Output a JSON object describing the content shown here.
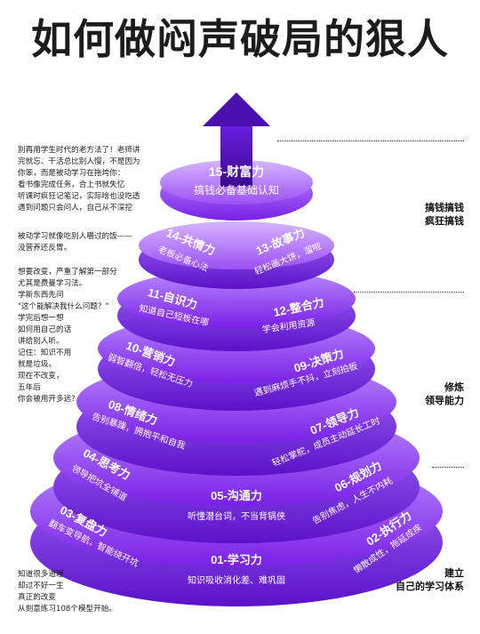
{
  "title": "如何做闷声破局的狠人",
  "side_notes": {
    "n1": "别再用学生时代的老方法了！老师讲\n完就忘、干活总比别人慢，不是因为\n你笨，而是被动学习在拖垮你：\n看书像完成任务，合上书就失忆\n听课时疯狂记笔记，实际啥也没吃透\n遇到问题只会问人，自己从不深挖",
    "n2": "被动学习就像吃别人嚼过的饭——\n没营养还反胃。",
    "n3": "想要改变，严重了解第一部分\n尤其是费曼学习法。\n学新东西先问\n\"这个能解决我什么问题？\"\n学完后想一想\n如何用自己的话\n讲给别人听。\n记住：知识不用\n就是垃圾。\n现在不改变，\n五年后\n你会被用开多远?",
    "n4": "知道很多道理\n却过不好一生\n真正的改变\n从刻意练习108个模型开始。"
  },
  "right_labels": {
    "r1": "搞钱搞钱\n疯狂搞钱",
    "r2": "修炼\n领导能力",
    "r3": "建立\n自己的学习体系"
  },
  "tiers": [
    {
      "items": [
        {
          "title": "15-财富力",
          "desc": "搞钱必备基础认知"
        }
      ]
    },
    {
      "items": [
        {
          "title": "14-共情力",
          "desc": "老板必备心法"
        },
        {
          "title": "13-故事力",
          "desc": "轻松画大饼，溜啦"
        }
      ]
    },
    {
      "items": [
        {
          "title": "11-自识力",
          "desc": "知道自己短板在哪"
        },
        {
          "title": "12-整合力",
          "desc": "学会利用资源"
        }
      ]
    },
    {
      "items": [
        {
          "title": "10-营销力",
          "desc": "弱智翻倍，轻松无压力"
        },
        {
          "title": "09-决策力",
          "desc": "遇到麻烦手不抖，立刻拍板"
        }
      ]
    },
    {
      "items": [
        {
          "title": "08-情绪力",
          "desc": "告别暴躁，拥抱平和自我"
        },
        {
          "title": "07-领导力",
          "desc": "轻松掌舵，成员主动延长工时"
        }
      ]
    },
    {
      "items": [
        {
          "title": "04-思考力",
          "desc": "领导把坑全铺道"
        },
        {
          "title": "05-沟通力",
          "desc": "听懂潜台词，不当背锅侠"
        },
        {
          "title": "06-规划力",
          "desc": "告别焦虑，人生不内耗"
        }
      ]
    },
    {
      "items": [
        {
          "title": "03-复盘力",
          "desc": "翻车变导航，智能绕开坑"
        },
        {
          "title": "01-学习力",
          "desc": "知识吸收消化差、难巩固"
        },
        {
          "title": "02-执行力",
          "desc": "懒散成性，拖延成疾"
        }
      ]
    }
  ],
  "colors": {
    "top": "#c79cff",
    "mid": "#8b2cf0",
    "dark": "#4a0aa8",
    "arrow": "#5b0fc7"
  }
}
